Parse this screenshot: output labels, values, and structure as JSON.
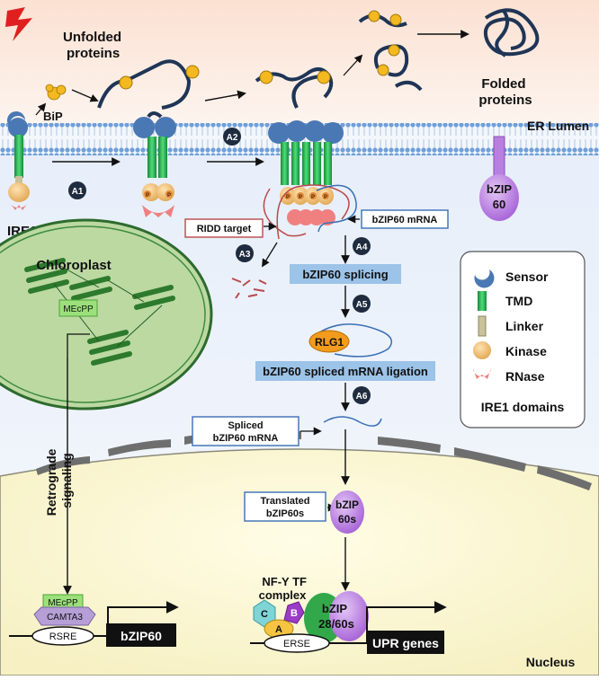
{
  "labels": {
    "unfolded": [
      "Unfolded",
      "proteins"
    ],
    "bip": "BiP",
    "folded": [
      "Folded",
      "proteins"
    ],
    "er_lumen": "ER Lumen",
    "ire1": "IRE1",
    "chloroplast": "Chloroplast",
    "mecpp": "MEcPP",
    "retrograde": [
      "Retrograde",
      "signaling"
    ],
    "ridd_target": "RIDD target",
    "bzip60_mrna": "bZIP60 mRNA",
    "splicing": "bZIP60 splicing",
    "rlg1": "RLG1",
    "ligation": "bZIP60 spliced mRNA ligation",
    "spliced_mrna": [
      "Spliced",
      "bZIP60 mRNA"
    ],
    "translated": [
      "Translated",
      "bZIP60s"
    ],
    "bzip60s": [
      "bZIP",
      "60s"
    ],
    "bzip60_membrane": [
      "bZIP",
      "60"
    ],
    "nfy": [
      "NF-Y TF",
      "complex"
    ],
    "subunits": {
      "a": "A",
      "b": "B",
      "c": "C"
    },
    "bzip2860": [
      "bZIP",
      "28/60s"
    ],
    "erse": "ERSE",
    "upr_genes": "UPR genes",
    "camta3": "CAMTA3",
    "rsre": "RSRE",
    "bzip60_gene": "bZIP60",
    "nucleus": "Nucleus",
    "phospho": "P"
  },
  "steps": [
    "A1",
    "A2",
    "A3",
    "A4",
    "A5",
    "A6"
  ],
  "legend": {
    "items": [
      "Sensor",
      "TMD",
      "Linker",
      "Kinase",
      "RNase"
    ],
    "title": "IRE1 domains"
  },
  "colors": {
    "sensor": "#4a78b5",
    "tmd": "#22b14c",
    "linker": "#c9c29a",
    "kinase": "#f0c27b",
    "rnase": "#f08080",
    "bzip": "#b97fe0",
    "blue_box": "#9cc3e8",
    "mrna": "#3a6fb5",
    "chloroplast": "#b5d59a"
  }
}
